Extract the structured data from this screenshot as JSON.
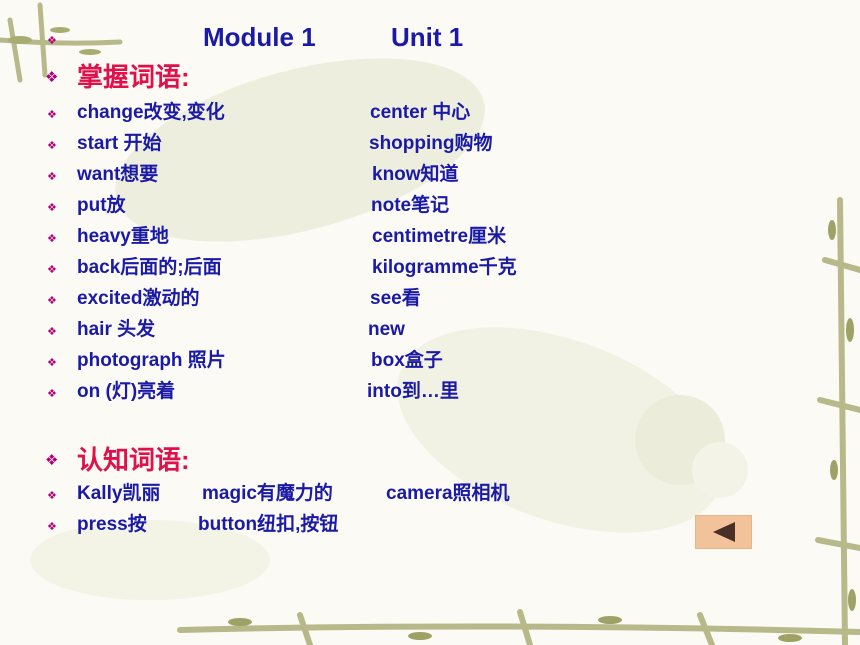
{
  "title": {
    "module": "Module 1",
    "unit": "Unit 1"
  },
  "section1": {
    "heading": "掌握词语:",
    "rows": [
      {
        "left": "change改变,变化",
        "right": "center 中心"
      },
      {
        "left": "start 开始",
        "right": "shopping购物"
      },
      {
        "left": "want想要",
        "right": "know知道"
      },
      {
        "left": "put放",
        "right": "note笔记"
      },
      {
        "left": "heavy重地",
        "right": "centimetre厘米"
      },
      {
        "left": "back后面的;后面",
        "right": "kilogramme千克"
      },
      {
        "left": "excited激动的",
        "right": "see看"
      },
      {
        "left": " hair 头发",
        "right": "new"
      },
      {
        "left": "photograph 照片",
        "right": "box盒子"
      },
      {
        "left": "on   (灯)亮着",
        "right": "into到…里"
      }
    ]
  },
  "section2": {
    "heading": "认知词语:",
    "row1": {
      "a": "Kally凯丽",
      "b": "magic有魔力的",
      "c": "camera照相机"
    },
    "row2": {
      "a": "press按",
      "b": "button纽扣,按钮"
    }
  },
  "nav": {
    "back_icon": "triangle-left-icon"
  },
  "colors": {
    "text": "#1a1aa6",
    "heading": "#e0104a",
    "bullet": "#b3007a",
    "button": "#f2c29a"
  }
}
